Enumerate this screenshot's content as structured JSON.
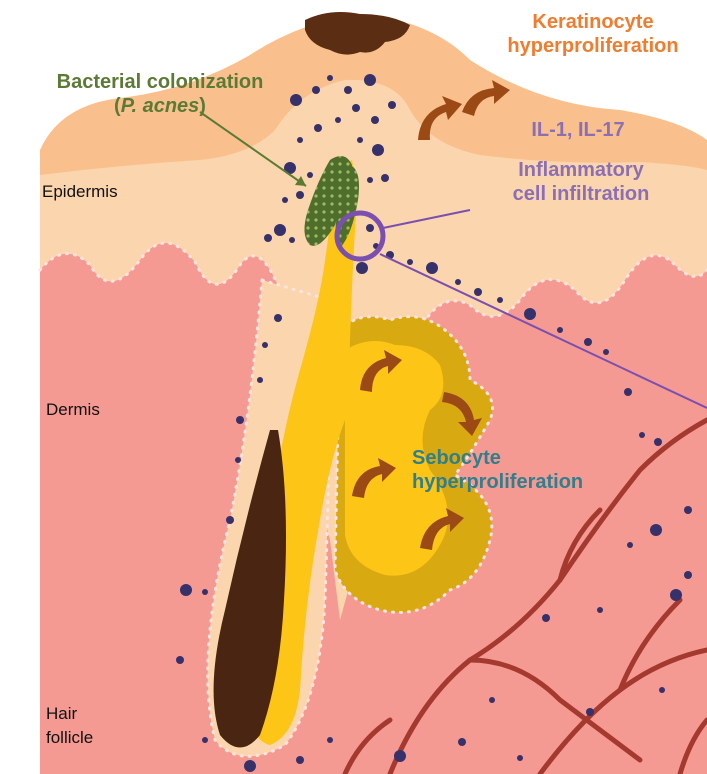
{
  "labels": {
    "keratinocyte": "Keratinocyte\nhyperproliferation",
    "bacterial_line1": "Bacterial colonization",
    "bacterial_species": "P. acnes",
    "bacterial_close": ")",
    "bacterial_open": "(",
    "interleukins": "IL-1, IL-17",
    "inflammatory": "Inflammatory\ncell infiltration",
    "sebocyte": "Sebocyte\nhyperproliferation",
    "epidermis": "Epidermis",
    "dermis": "Dermis",
    "hair_follicle": "Hair\nfollicle"
  },
  "colors": {
    "skin_surface": "#f9c08e",
    "epidermis": "#fbd5ad",
    "dermis": "#f59a93",
    "sebum": "#fdc516",
    "gland": "#d9a912",
    "hair": "#4a2512",
    "bacteria": "#4f6e2c",
    "cell": "#36306b",
    "vessel": "#a43a2f",
    "arrow": "#9b4a16",
    "keratinocyte_text": "#ee7d2f",
    "bacteria_text": "#5b7b35",
    "inflammation_text": "#8a6fb5",
    "sebocyte_text": "#2f7f8c"
  }
}
